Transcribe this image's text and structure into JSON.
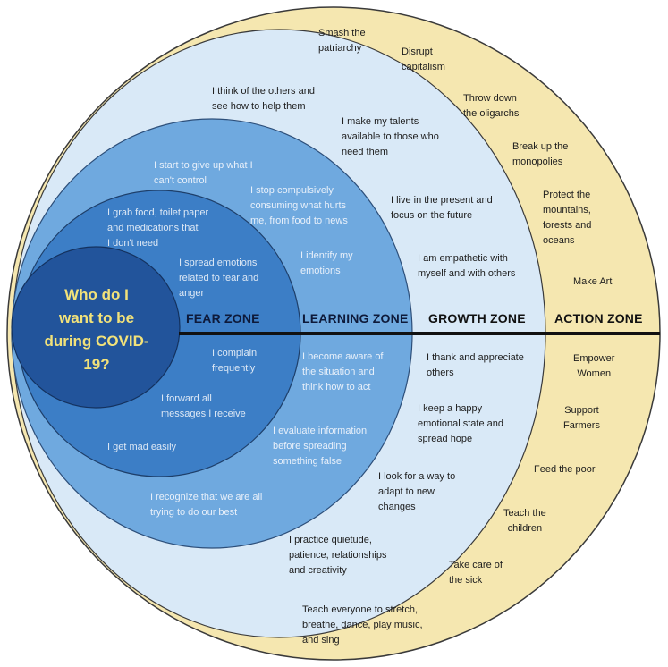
{
  "colors": {
    "action_ring": "#f5e7b0",
    "growth_ring": "#d9e9f7",
    "learning_ring": "#6fa9df",
    "fear_ring": "#3c7ec6",
    "center_circle": "#22549b",
    "center_text": "#f2e27a",
    "divider": "#111111"
  },
  "center": {
    "text": "Who do I\nwant to be\nduring COVID-\n19?"
  },
  "zones": {
    "fear": "FEAR ZONE",
    "learning": "LEARNING ZONE",
    "growth": "GROWTH ZONE",
    "action": "ACTION ZONE"
  },
  "fear_items": {
    "grab_food": "I grab food, toilet paper\nand medications that\nI don't need",
    "spread_emotions": "I spread emotions\nrelated to fear and\nanger",
    "complain": "I complain\nfrequently",
    "forward": "I forward all\nmessages I receive",
    "mad": "I get mad easily"
  },
  "learning_items": {
    "give_up": "I start to give up what I\ncan't control",
    "stop_consuming": "I stop compulsively\nconsuming what hurts\nme, from food to news",
    "identify": "I identify my\nemotions",
    "aware": "I become aware of\nthe situation and\nthink how to act",
    "evaluate": "I evaluate information\nbefore spreading\nsomething false",
    "recognize": "I recognize that we are all\ntrying to do our best"
  },
  "growth_items": {
    "think_others": "I think of the others and\nsee how to help them",
    "talents": "I make my talents\navailable to those who\nneed them",
    "present": "I live in the present and\nfocus on the future",
    "empathetic": "I am empathetic with\nmyself and with others",
    "thank": "I thank and appreciate\nothers",
    "happy": "I keep a happy\nemotional state and\nspread hope",
    "adapt": "I look for a way to\nadapt to new\nchanges",
    "quietude": "I practice quietude,\npatience, relationships\nand creativity"
  },
  "action_items": {
    "patriarchy": "Smash the\npatriarchy",
    "capitalism": "Disrupt\ncapitalism",
    "oligarchs": "Throw down\nthe oligarchs",
    "monopolies": "Break up the\nmonopolies",
    "mountains": "Protect the\nmountains,\nforests and\noceans",
    "art": "Make Art",
    "women": "Empower\nWomen",
    "farmers": "Support\nFarmers",
    "poor": "Feed the poor",
    "children": "Teach the\nchildren",
    "sick": "Take care of\nthe sick",
    "teach_everyone": "Teach everyone to stretch,\nbreathe, dance, play music,\nand sing"
  }
}
